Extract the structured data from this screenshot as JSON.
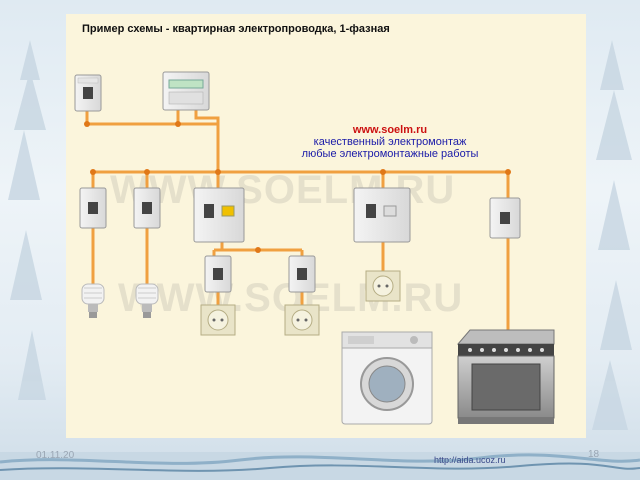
{
  "title": "Пример схемы - квартирная электропроводка, 1-фазная",
  "promo": {
    "url": "www.soelm.ru",
    "line1": "качественный электромонтаж",
    "line2": "любые электромонтажные работы"
  },
  "watermark": "WWW.SOELM.RU",
  "footer": {
    "date": "01.11.20",
    "site": "http://aida.ucoz.ru",
    "page": "18"
  },
  "colors": {
    "wire": "#f0a040",
    "node": "#e07818",
    "slide_bg": "#fbf5dc"
  }
}
